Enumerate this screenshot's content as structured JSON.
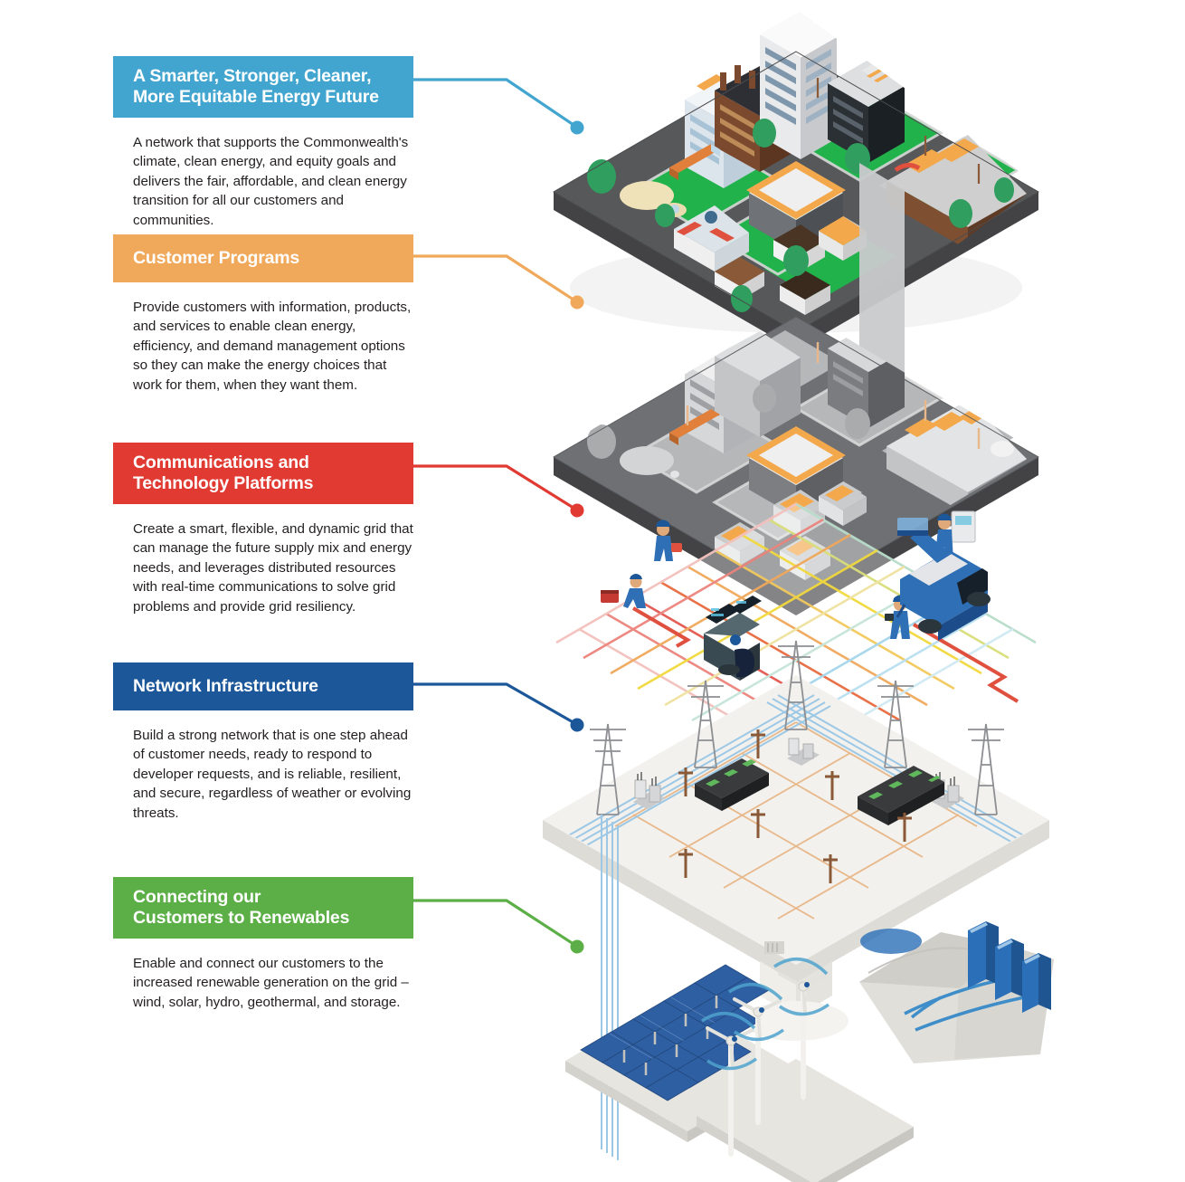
{
  "title": "A Smarter, Stronger, Cleaner, More Equitable Energy Future",
  "blocks": [
    {
      "id": "energy-future",
      "heading_line1": "A Smarter, Stronger, Cleaner,",
      "heading_line2": "More Equitable Energy Future",
      "heading": "A Smarter, Stronger, Cleaner, More Equitable Energy Future",
      "body": "A network that supports the Commonwealth's climate, clean energy, and equity goals and delivers the fair, affordable, and clean energy transition for all our customers and communities.",
      "color": "#41A5CF"
    },
    {
      "id": "customer-programs",
      "heading_line1": "Customer Programs",
      "heading_line2": "",
      "heading": "Customer Programs",
      "body": "Provide customers with information, products, and services to enable clean energy, efficiency, and demand management options so they can make the energy choices that work for them, when they want them.",
      "color": "#F0A85A"
    },
    {
      "id": "communications-technology",
      "heading_line1": "Communications and",
      "heading_line2": "Technology Platforms",
      "heading": "Communications and Technology Platforms",
      "body": "Create a smart, flexible, and dynamic grid that can manage the future supply mix and energy needs, and leverages distributed resources with real-time communications to solve grid problems and provide grid resiliency.",
      "color": "#E03A32"
    },
    {
      "id": "network-infrastructure",
      "heading_line1": "Network Infrastructure",
      "heading_line2": "",
      "heading": "Network Infrastructure",
      "body": "Build a strong network that is one step ahead of customer needs, ready to respond to developer requests, and is reliable, resilient, and secure, regardless of weather or evolving threats.",
      "color": "#1C5899"
    },
    {
      "id": "connecting-renewables",
      "heading_line1": "Connecting our",
      "heading_line2": "Customers to Renewables",
      "heading": "Connecting our Customers to Renewables",
      "body": "Enable and connect our customers to the increased renewable generation on the grid – wind, solar, hydro, geothermal, and storage.",
      "color": "#5CAF46"
    }
  ],
  "illustration": {
    "layers": [
      {
        "name": "city-color-layer",
        "label": "Colored isometric city block with hospital, offices, tower, shops, park, and homes"
      },
      {
        "name": "city-gray-layer",
        "label": "Desaturated isometric city with orange rooftop solar accents"
      },
      {
        "name": "comms-grid-layer",
        "label": "Transparent communications grid with field crews, bucket truck, and control desk"
      },
      {
        "name": "network-grid-layer",
        "label": "Network infrastructure platform with transmission towers, poles, substations and battery storage"
      },
      {
        "name": "renewables-layer",
        "label": "Renewables: solar array, wind turbines, and hydro dam"
      }
    ],
    "colors": {
      "platform_dark": "#57585A",
      "platform_light": "#F2F1ED",
      "grass": "#22B24C",
      "road": "#6D6E70",
      "solar_blue": "#2E5FA3",
      "hydro_blue": "#1F62B0",
      "worker_blue": "#1C5899",
      "grid_red": "#E03A32",
      "grid_orange": "#F0A85A",
      "grid_yellow": "#F2D33C",
      "grid_cyan": "#8FD0E8",
      "line_orange": "#E8B88A",
      "line_blue": "#9CC8E6"
    }
  }
}
